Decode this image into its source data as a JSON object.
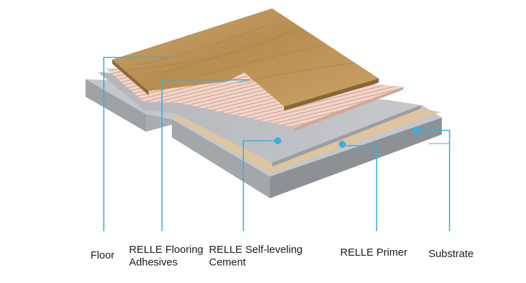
{
  "labels": {
    "floor": "Floor",
    "adhesive_line1": "RELLE Flooring",
    "adhesive_line2": "Adhesives",
    "cement_line1": "RELLE Self-leveling",
    "cement_line2": "Cement",
    "primer": "RELLE Primer",
    "substrate": "Substrate"
  },
  "colors": {
    "leader": "#3ab0dc",
    "wood": "#c89e62",
    "adhesive": "#ecd0c4",
    "cement": "#b9bbc0",
    "primer": "#dcc49e",
    "substrate": "#c2c4c8"
  }
}
